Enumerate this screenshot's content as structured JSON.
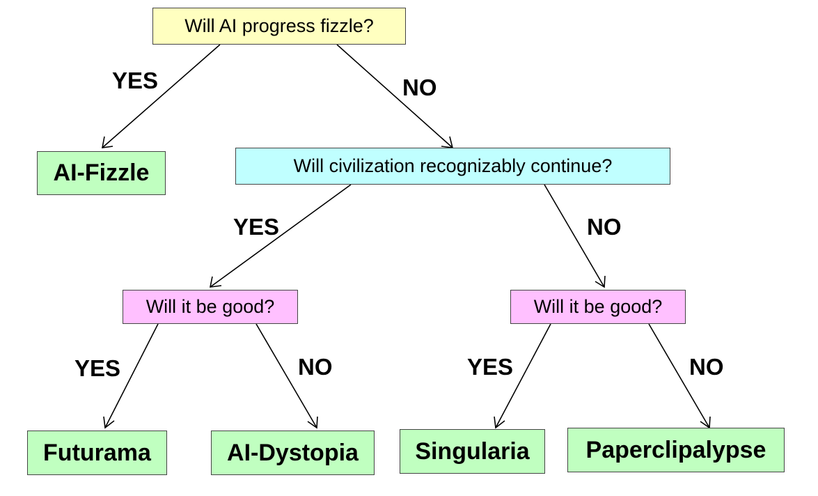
{
  "colors": {
    "question_root": "#ffffc0",
    "question_civ": "#c0ffff",
    "question_good": "#ffc0ff",
    "outcome": "#c0ffc0",
    "border": "#444444",
    "line": "#000000"
  },
  "questions": {
    "root": "Will AI progress fizzle?",
    "civilization": "Will civilization recognizably continue?",
    "good_left": "Will it be good?",
    "good_right": "Will it be good?"
  },
  "outcomes": {
    "ai_fizzle": "AI-Fizzle",
    "futurama": "Futurama",
    "ai_dystopia": "AI-Dystopia",
    "singularia": "Singularia",
    "paperclipalypse": "Paperclipalypse"
  },
  "edge_labels": {
    "root_yes": "YES",
    "root_no": "NO",
    "civ_yes": "YES",
    "civ_no": "NO",
    "good_left_yes": "YES",
    "good_left_no": "NO",
    "good_right_yes": "YES",
    "good_right_no": "NO"
  }
}
